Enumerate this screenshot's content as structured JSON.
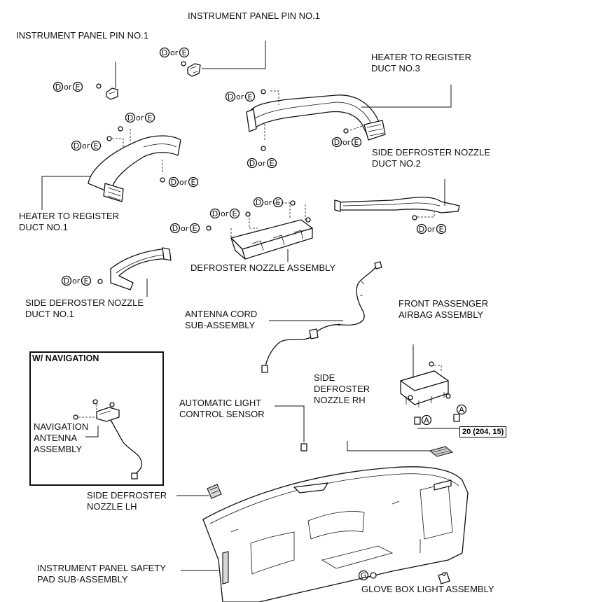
{
  "labels": {
    "pin_top": "INSTRUMENT PANEL PIN NO.1",
    "pin_left": "INSTRUMENT PANEL PIN NO.1",
    "heater_no3": [
      "HEATER TO REGISTER",
      "DUCT NO.3"
    ],
    "side_def_no2": [
      "SIDE DEFROSTER NOZZLE",
      "DUCT NO.2"
    ],
    "heater_no1": [
      "HEATER TO REGISTER",
      "DUCT NO.1"
    ],
    "defroster_nozzle": "DEFROSTER NOZZLE ASSEMBLY",
    "side_def_no1": [
      "SIDE DEFROSTER NOZZLE",
      "DUCT NO.1"
    ],
    "antenna_cord": [
      "ANTENNA CORD",
      "SUB-ASSEMBLY"
    ],
    "airbag": [
      "FRONT PASSENGER",
      "AIRBAG ASSEMBLY"
    ],
    "nav_title": "W/ NAVIGATION",
    "nav_antenna": [
      "NAVIGATION",
      "ANTENNA",
      "ASSEMBLY"
    ],
    "side_def_rh": [
      "SIDE",
      "DEFROSTER",
      "NOZZLE RH"
    ],
    "auto_light": [
      "AUTOMATIC LIGHT",
      "CONTROL SENSOR"
    ],
    "side_def_lh": [
      "SIDE DEFROSTER",
      "NOZZLE LH"
    ],
    "safety_pad": [
      "INSTRUMENT PANEL SAFETY",
      "PAD SUB-ASSEMBLY"
    ],
    "glove_light": "GLOVE BOX LIGHT ASSEMBLY"
  },
  "fastener_codes": {
    "d": "D",
    "or": "or",
    "e": "E",
    "a": "A",
    "g": "G"
  },
  "torque_spec": "20 (204, 15)"
}
